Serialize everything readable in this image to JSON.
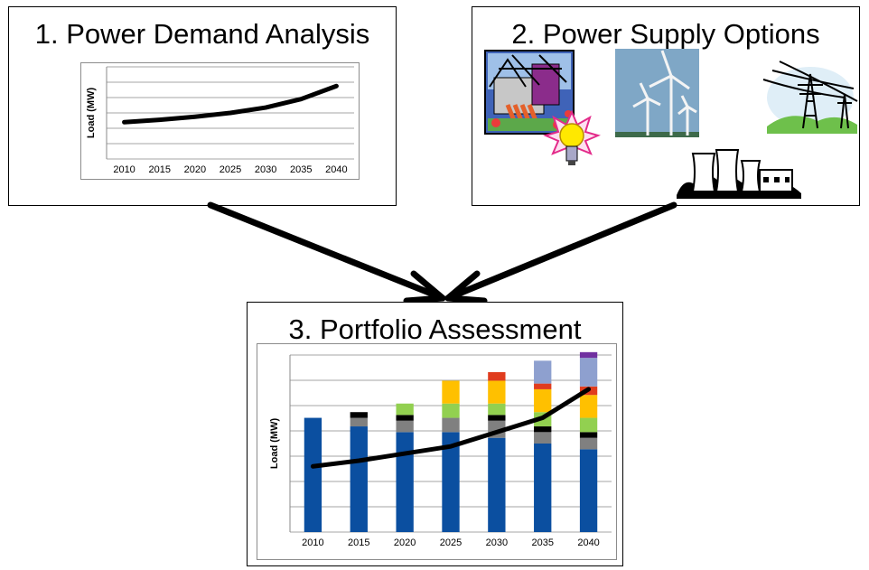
{
  "box1": {
    "title": "1. Power Demand Analysis"
  },
  "box2": {
    "title": "2. Power Supply Options"
  },
  "box3": {
    "title": "3. Portfolio Assessment"
  },
  "supply_icons": [
    "power-plant-icon",
    "wind-turbines-icon",
    "transmission-towers-icon",
    "light-bulb-icon",
    "nuclear-plant-icon"
  ],
  "colors": {
    "base": "#0b4fa0",
    "gray": "#808080",
    "black": "#000000",
    "green": "#92d050",
    "yellow": "#ffc000",
    "red": "#e03c1e",
    "blue_gray": "#8ea0cf",
    "purple": "#7030a0",
    "grid": "#a6a6a6"
  },
  "chart_data": [
    {
      "type": "line",
      "ylabel": "Load (MW)",
      "x": [
        "2010",
        "2015",
        "2020",
        "2025",
        "2030",
        "2035",
        "2040"
      ],
      "y": [
        2.4,
        2.55,
        2.75,
        3.0,
        3.35,
        3.9,
        4.75
      ],
      "ylim": [
        0,
        6
      ],
      "grid": true
    },
    {
      "type": "bar",
      "stacked": true,
      "ylabel": "Load (MW)",
      "categories": [
        "2010",
        "2015",
        "2020",
        "2025",
        "2030",
        "2035",
        "2040"
      ],
      "stacks": [
        [
          {
            "c": "base",
            "v": 4.0
          }
        ],
        [
          {
            "c": "base",
            "v": 3.7
          },
          {
            "c": "gray",
            "v": 0.3
          },
          {
            "c": "black",
            "v": 0.2
          }
        ],
        [
          {
            "c": "base",
            "v": 3.5
          },
          {
            "c": "gray",
            "v": 0.4
          },
          {
            "c": "black",
            "v": 0.2
          },
          {
            "c": "green",
            "v": 0.4
          }
        ],
        [
          {
            "c": "base",
            "v": 3.5
          },
          {
            "c": "gray",
            "v": 0.5
          },
          {
            "c": "green",
            "v": 0.5
          },
          {
            "c": "yellow",
            "v": 0.8
          }
        ],
        [
          {
            "c": "base",
            "v": 3.3
          },
          {
            "c": "gray",
            "v": 0.6
          },
          {
            "c": "black",
            "v": 0.2
          },
          {
            "c": "green",
            "v": 0.4
          },
          {
            "c": "yellow",
            "v": 0.8
          },
          {
            "c": "red",
            "v": 0.3
          }
        ],
        [
          {
            "c": "base",
            "v": 3.1
          },
          {
            "c": "gray",
            "v": 0.4
          },
          {
            "c": "black",
            "v": 0.2
          },
          {
            "c": "green",
            "v": 0.5
          },
          {
            "c": "yellow",
            "v": 0.8
          },
          {
            "c": "red",
            "v": 0.2
          },
          {
            "c": "blue_gray",
            "v": 0.8
          }
        ],
        [
          {
            "c": "base",
            "v": 2.9
          },
          {
            "c": "gray",
            "v": 0.4
          },
          {
            "c": "black",
            "v": 0.2
          },
          {
            "c": "green",
            "v": 0.5
          },
          {
            "c": "yellow",
            "v": 0.8
          },
          {
            "c": "red",
            "v": 0.3
          },
          {
            "c": "blue_gray",
            "v": 1.0
          },
          {
            "c": "purple",
            "v": 0.2
          }
        ]
      ],
      "line": [
        2.3,
        2.5,
        2.75,
        3.0,
        3.5,
        4.0,
        5.0
      ],
      "ylim": [
        0,
        6.2
      ],
      "grid": true
    }
  ]
}
